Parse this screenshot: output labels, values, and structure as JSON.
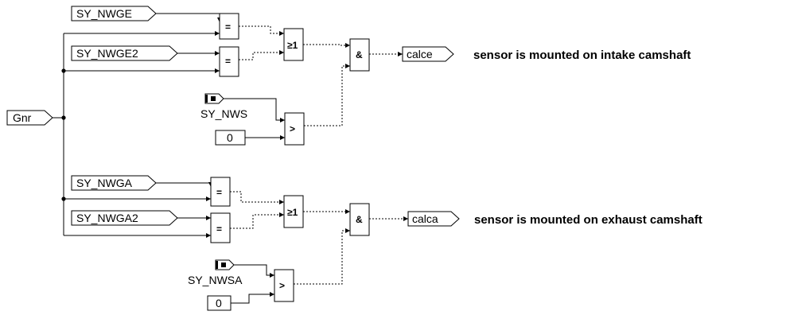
{
  "inputs": {
    "gnr": "Gnr",
    "sy_nwge": "SY_NWGE",
    "sy_nwge2": "SY_NWGE2",
    "sy_nws": "SY_NWS",
    "sy_nwga": "SY_NWGA",
    "sy_nwga2": "SY_NWGA2",
    "sy_nwsa": "SY_NWSA",
    "const_intake": "0",
    "const_exhaust": "0"
  },
  "operators": {
    "eq": "=",
    "or": "≥1",
    "and": "&",
    "gt": ">"
  },
  "outputs": {
    "calce": "calce",
    "calca": "calca"
  },
  "notes": {
    "intake": "sensor is mounted on intake camshaft",
    "exhaust": "sensor is mounted on exhaust camshaft"
  }
}
